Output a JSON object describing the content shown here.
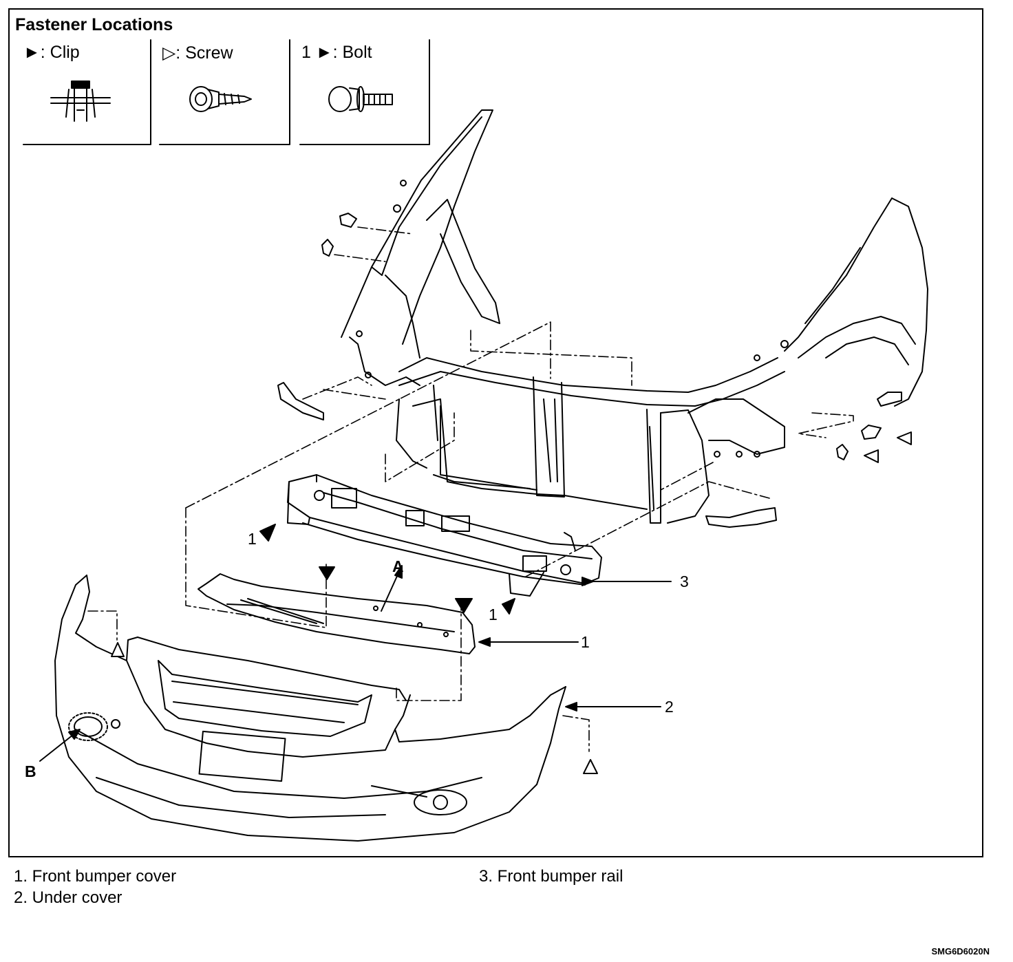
{
  "legend": {
    "title": "Fastener Locations",
    "clip": {
      "symbol": "►",
      "label": ": Clip",
      "icon": "clip-icon"
    },
    "screw": {
      "symbol": "▷",
      "label": ": Screw",
      "icon": "screw-icon"
    },
    "bolt": {
      "number": "1",
      "symbol": "►",
      "label": ": Bolt",
      "icon": "bolt-icon"
    }
  },
  "callouts": {
    "a": "A",
    "b": "B",
    "n1_rail_left": "1",
    "n1_rail_right": "1",
    "n1_cover": "1",
    "n2": "2",
    "n3": "3"
  },
  "captions": {
    "c1": "1. Front bumper cover",
    "c2": "2. Under cover",
    "c3": "3. Front bumper rail"
  },
  "figure_code": "SMG6D6020N"
}
